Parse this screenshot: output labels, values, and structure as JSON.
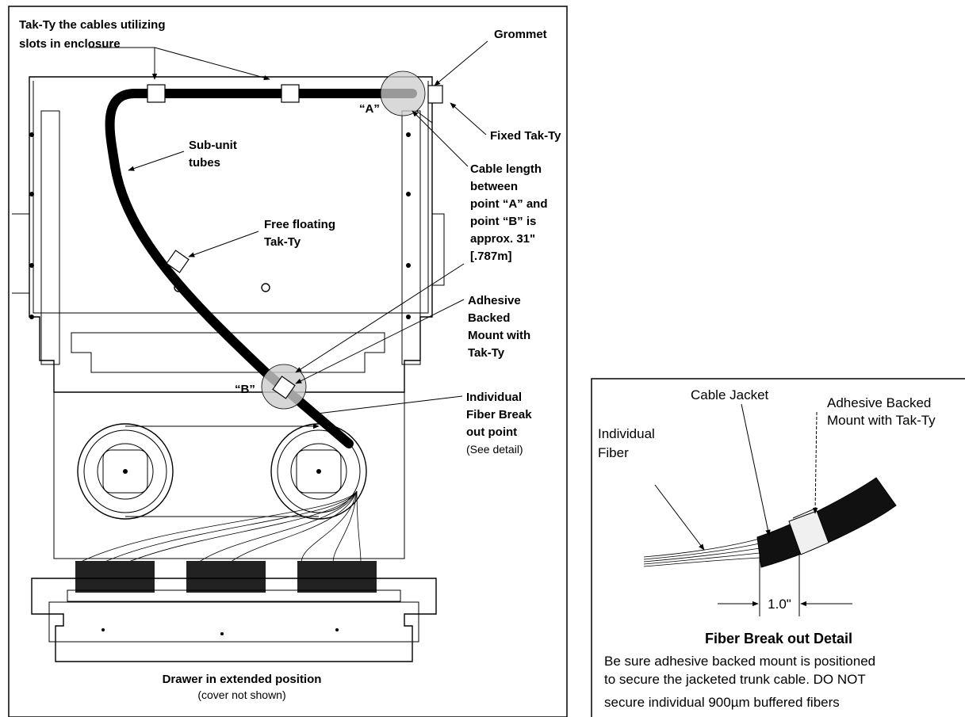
{
  "main_figure": {
    "labels": {
      "tak_ty_slots_line1": "Tak-Ty the cables utilizing",
      "tak_ty_slots_line2": "slots in enclosure",
      "grommet": "Grommet",
      "point_a": "“A”",
      "point_b": "“B”",
      "fixed_tak_ty": "Fixed Tak-Ty",
      "sub_unit_line1": "Sub-unit",
      "sub_unit_line2": "tubes",
      "cable_length_lines": [
        "Cable length",
        "between",
        "point “A” and",
        "point “B” is",
        "approx.  31\"",
        "[.787m]"
      ],
      "free_floating_line1": "Free floating",
      "free_floating_line2": "Tak-Ty",
      "adhesive_lines": [
        "Adhesive",
        "Backed",
        "Mount with",
        "Tak-Ty"
      ],
      "breakout_lines": [
        "Individual",
        "Fiber Break",
        "out point"
      ],
      "see_detail": "(See detail)",
      "drawer_caption": "Drawer in extended position",
      "cover_caption": "(cover not shown)"
    }
  },
  "detail_figure": {
    "labels": {
      "cable_jacket": "Cable Jacket",
      "adhesive_line1": "Adhesive Backed",
      "adhesive_line2": "Mount with Tak-Ty",
      "individual_line1": "Individual",
      "individual_line2": "Fiber",
      "dimension": "1.0\"",
      "title": "Fiber Break out Detail",
      "note_lines": [
        "Be sure adhesive backed mount is positioned",
        "to secure the jacketed trunk cable. DO NOT",
        "secure individual 900µm buffered fibers"
      ]
    }
  }
}
